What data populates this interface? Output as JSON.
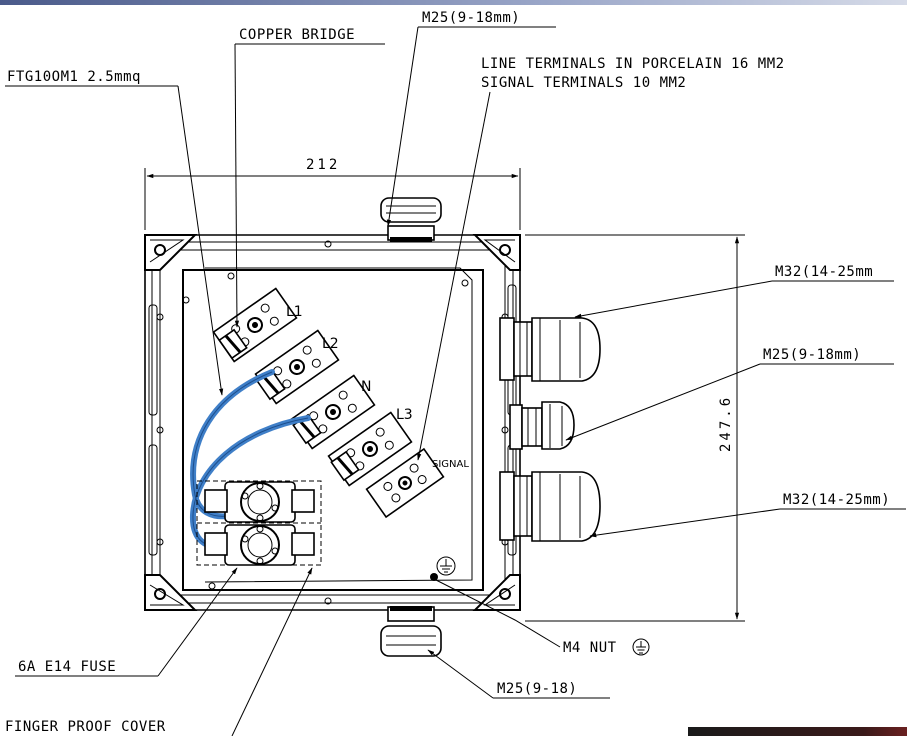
{
  "labels": {
    "copper_bridge": "COPPER BRIDGE",
    "top_gland": "M25(9-18mm)",
    "wire": "FTG10OM1 2.5mmq",
    "terminals_line1": "LINE TERMINALS IN PORCELAIN 16 MM2",
    "terminals_line2": "SIGNAL TERMINALS 10 MM2",
    "right_gland_top": "M32(14-25mm",
    "right_gland_mid": "M25(9-18mm)",
    "right_gland_bot": "M32(14-25mm)",
    "fuse": "6A E14 FUSE",
    "nut": "M4 NUT",
    "bottom_gland": "M25(9-18)",
    "cover": "FINGER PROOF COVER"
  },
  "dimensions": {
    "width": "212",
    "height": "247.6"
  },
  "terminals": {
    "l1": "L1",
    "l2": "L2",
    "n": "N",
    "l3": "L3",
    "signal": "SIGNAL"
  },
  "colors": {
    "wire": "#3f7fc8",
    "line": "#000000"
  }
}
